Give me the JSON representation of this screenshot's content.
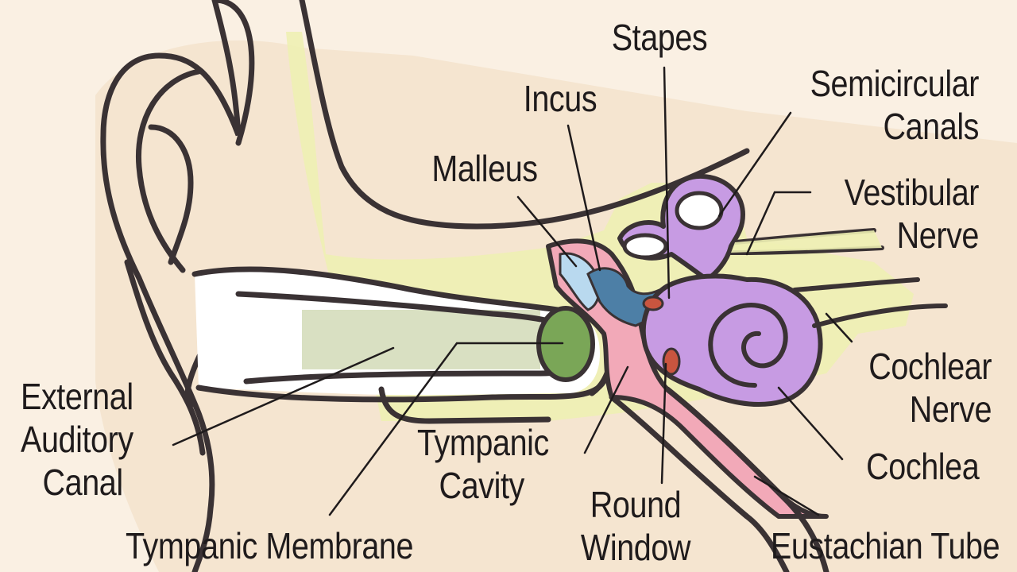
{
  "diagram": {
    "labels": {
      "stapes": "Stapes",
      "incus": "Incus",
      "malleus": "Malleus",
      "semicircular_canals": [
        "Semicircular",
        "Canals"
      ],
      "vestibular_nerve": [
        "Vestibular",
        "Nerve"
      ],
      "cochlear_nerve": [
        "Cochlear",
        "Nerve"
      ],
      "cochlea": "Cochlea",
      "external_auditory_canal": [
        "External",
        "Auditory",
        "Canal"
      ],
      "tympanic_cavity": [
        "Tympanic",
        "Cavity"
      ],
      "round_window": [
        "Round",
        "Window"
      ],
      "tympanic_membrane": "Tympanic Membrane",
      "eustachian_tube": "Eustachian Tube"
    },
    "colors": {
      "background": "#f7ecdc",
      "skin": "#f3e3cc",
      "bone": "#eef0b2",
      "canal_tint": "#c9d3a8",
      "eardrum": "#7aa657",
      "middle_ear": "#f2a9b8",
      "ossicle_malleus": "#b9d9ef",
      "ossicle_incus": "#4d7fa6",
      "inner_ear": "#c79be3",
      "window": "#c9553f",
      "outline": "#3a3234",
      "text": "#1f1b1c"
    }
  }
}
